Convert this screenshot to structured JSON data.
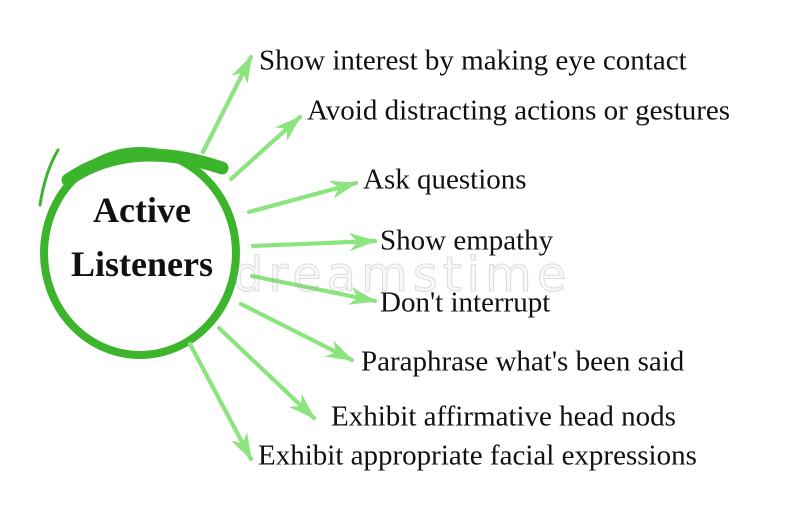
{
  "diagram": {
    "title": {
      "line1": "Active",
      "line2": "Listeners"
    },
    "items": [
      "Show interest by making eye contact",
      "Avoid distracting actions or gestures",
      "Ask questions",
      "Show empathy",
      "Don't interrupt",
      "Paraphrase what's been said",
      "Exhibit affirmative head nods",
      "Exhibit appropriate facial expressions"
    ],
    "watermark": "dreamstime",
    "colors": {
      "circle_green": "#3cb52d",
      "arrow_green": "#8ce47e",
      "text": "#111111",
      "background": "#ffffff"
    }
  }
}
